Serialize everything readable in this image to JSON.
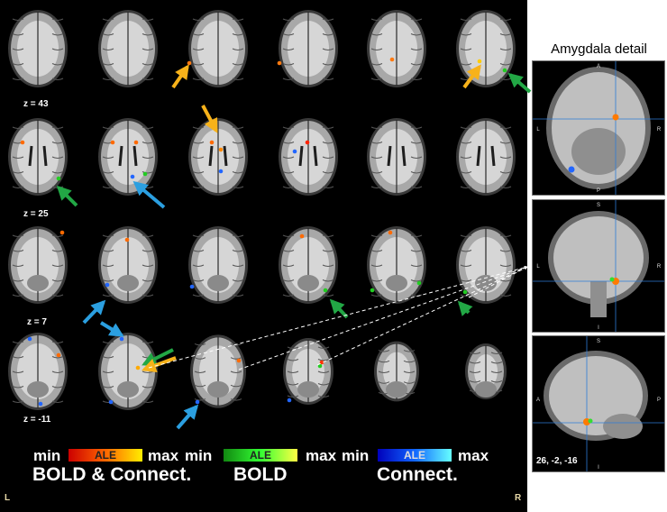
{
  "z_labels": [
    "z = 43",
    "z = 25",
    "z = 7",
    "z = -11"
  ],
  "corners": {
    "left": "L",
    "right": "R"
  },
  "colorbars": [
    {
      "min": "min",
      "bar": "ALE",
      "max": "max",
      "title": "BOLD & Connect.",
      "gradient": [
        "#cc0000",
        "#ff6600",
        "#ffee00"
      ],
      "text_color": "#222222"
    },
    {
      "min": "min",
      "bar": "ALE",
      "max": "max",
      "title": "BOLD",
      "gradient": [
        "#118811",
        "#33ff33",
        "#ffff44"
      ],
      "text_color": "#222222"
    },
    {
      "min": "min",
      "bar": "ALE",
      "max": "max",
      "title": "Connect.",
      "gradient": [
        "#0000bb",
        "#1166ff",
        "#66ffff"
      ],
      "text_color": "#dddddd"
    }
  ],
  "detail": {
    "title": "Amygdala detail",
    "coords": "26, -2, -16",
    "axial_labels": [
      "A",
      "L",
      "R",
      "P"
    ],
    "coronal_labels": [
      "S",
      "L",
      "R",
      "I"
    ],
    "sagittal_labels": [
      "S",
      "A",
      "P",
      "I"
    ]
  },
  "arrow_colors": {
    "yellow": "#f7b21a",
    "green": "#22a745",
    "blue": "#2b9fe0"
  }
}
